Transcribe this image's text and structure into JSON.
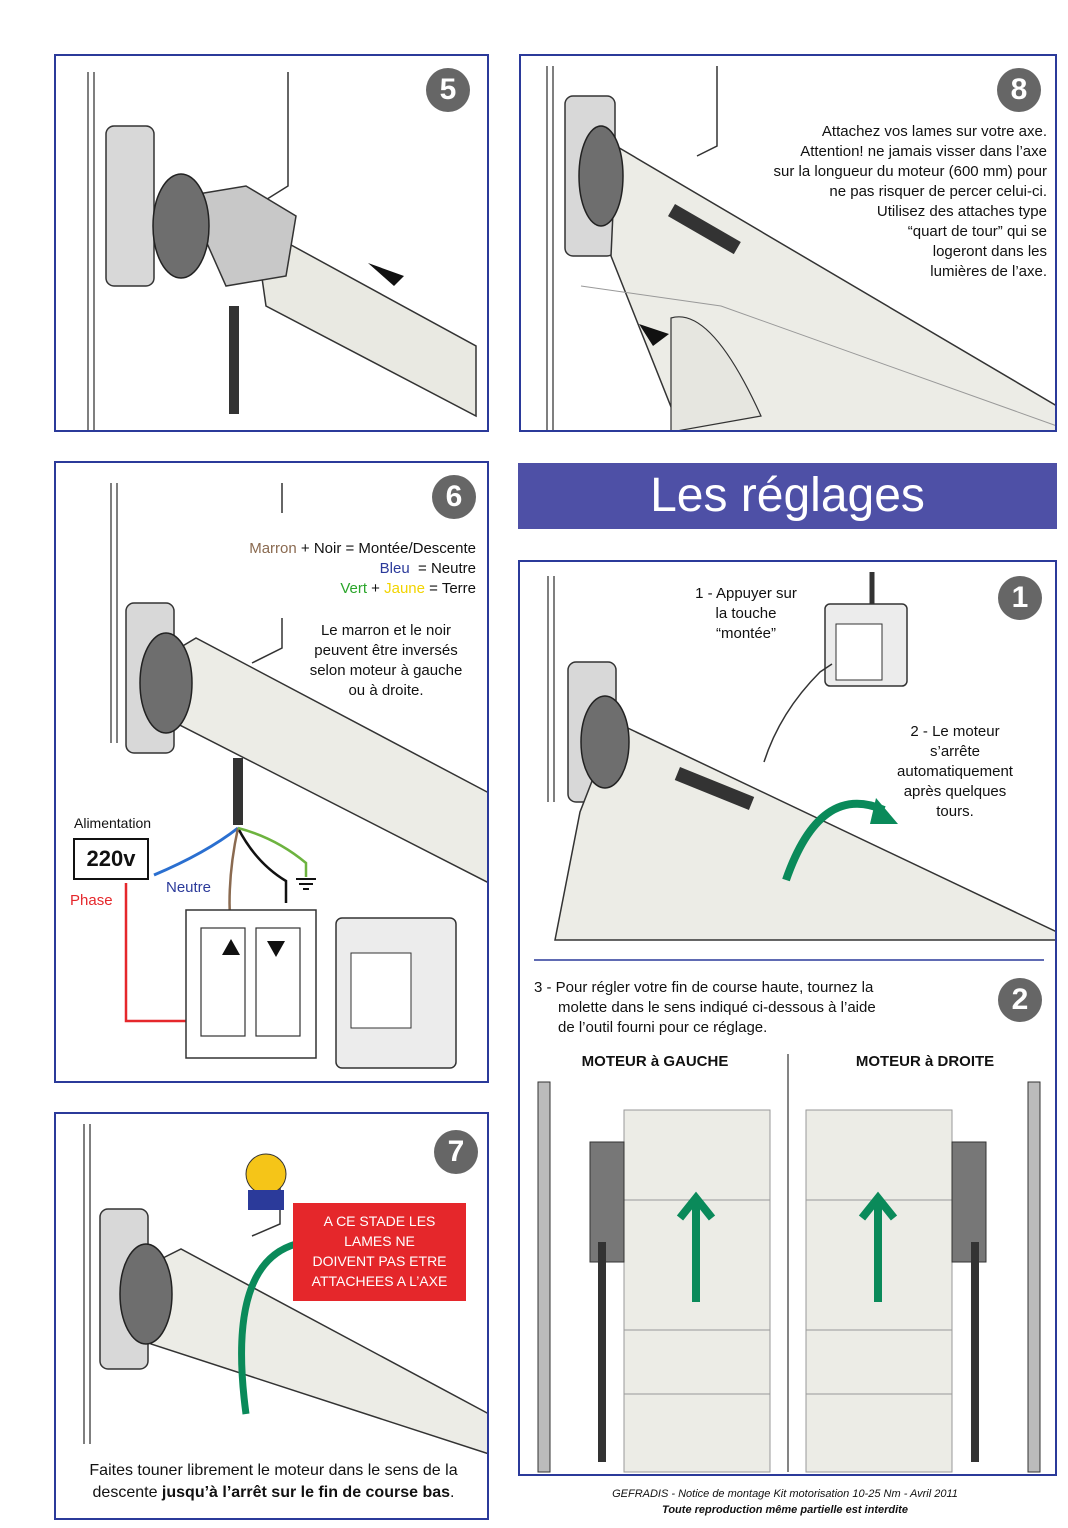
{
  "title": "Les réglages",
  "colors": {
    "panel_border": "#2b3a9a",
    "title_bg": "#4e50a6",
    "warning_bg": "#e5272b",
    "arrow_green": "#0a8a5a",
    "step_badge": "#666666"
  },
  "step5": {
    "number": "5"
  },
  "step8": {
    "number": "8",
    "lines": [
      "Attachez vos lames sur votre axe.",
      "Attention! ne jamais visser dans l’axe",
      "sur la longueur du moteur (600 mm) pour",
      "ne pas risquer de percer celui-ci.",
      "Utilisez des attaches type",
      "“quart de tour” qui se",
      "logeront dans les",
      "lumières de l’axe."
    ]
  },
  "step6": {
    "number": "6",
    "legend": {
      "marron": "Marron",
      "plus1": " + Noir = Montée/Descente",
      "bleu": "Bleu",
      "neutre": "  = Neutre",
      "vert": "Vert",
      "plus2": " + ",
      "jaune": "Jaune",
      "terre": " = Terre"
    },
    "note": [
      "Le marron et le noir",
      "peuvent être inversés",
      "selon moteur à gauche",
      "ou à droite."
    ],
    "alimentation": "Alimentation",
    "voltage": "220v",
    "phase": "Phase",
    "neutre_label": "Neutre"
  },
  "step7": {
    "number": "7",
    "warning": [
      "A CE STADE LES",
      "LAMES NE",
      "DOIVENT PAS ETRE",
      "ATTACHEES A L’AXE"
    ],
    "caption_line1": "Faites touner librement le moteur dans le sens de la",
    "caption_line2_prefix": "descente ",
    "caption_line2_bold": "jusqu’à l’arrêt sur le fin de course bas",
    "caption_line2_suffix": "."
  },
  "reglage1": {
    "number": "1",
    "instr1": [
      "1 - Appuyer sur",
      "la touche",
      "“montée”"
    ],
    "instr2": [
      "2 - Le moteur",
      "s’arrête",
      "automatiquement",
      "après quelques",
      "tours."
    ]
  },
  "reglage2": {
    "number": "2",
    "instr3": [
      "3 - Pour régler votre fin de course haute, tournez la",
      "molette dans le sens indiqué ci-dessous à l’aide",
      "de l’outil fourni pour ce réglage."
    ],
    "left_title": "MOTEUR à GAUCHE",
    "right_title": "MOTEUR à DROITE"
  },
  "footer": {
    "line1": "GEFRADIS - Notice de montage Kit motorisation 10-25 Nm - Avril 2011",
    "line2": "Toute reproduction même partielle est interdite"
  }
}
